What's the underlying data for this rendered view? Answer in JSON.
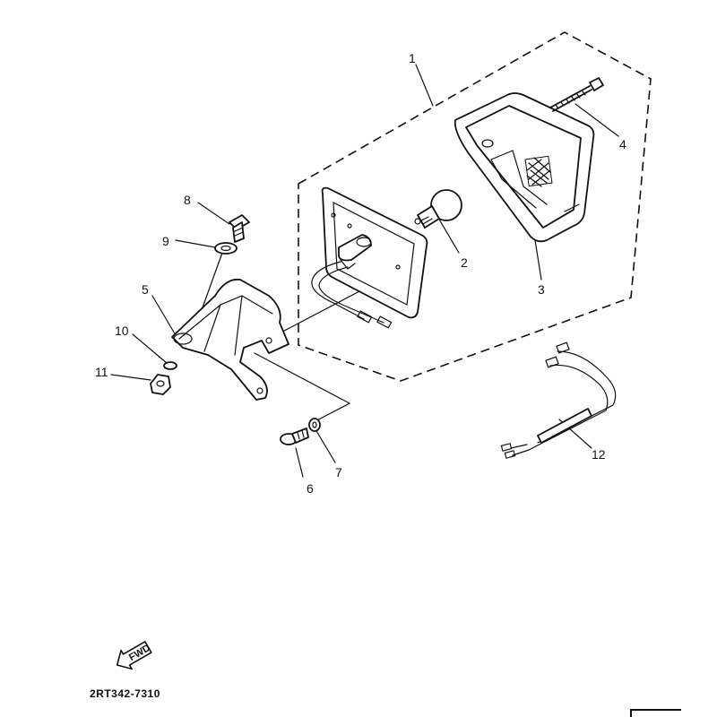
{
  "callouts": {
    "c1": "1",
    "c2": "2",
    "c3": "3",
    "c4": "4",
    "c5": "5",
    "c6": "6",
    "c7": "7",
    "c8": "8",
    "c9": "9",
    "c10": "10",
    "c11": "11",
    "c12": "12"
  },
  "fwd_label": "FWD",
  "diagram_code": "2RT342-7310"
}
